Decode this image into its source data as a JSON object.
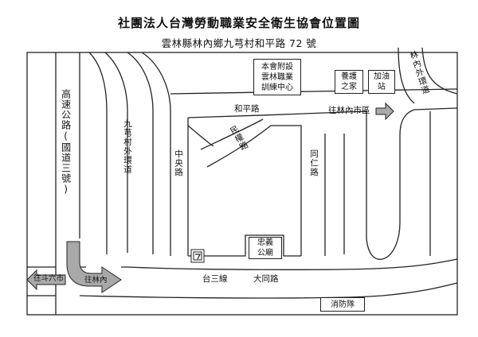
{
  "title": "社團法人台灣勞動職業安全衛生協會位置圖",
  "subtitle": "雲林縣林內鄉九芎村和平路 72 號",
  "landmarks": {
    "training_center": "本會附設\n雲林職業\n訓練中心",
    "nursing_home": "養護\n之家",
    "gas_station": "加油\n站",
    "temple": "忠義\n公廟",
    "fire_station": "消防隊"
  },
  "roads": {
    "highway": "高速公路(國道三號)",
    "jiuqiong_outer_ring": "九芎村外環道",
    "zhongyang_road": "中央路",
    "minquan_road": "民權路",
    "heping_road": "和平路",
    "tongren_road": "同仁路",
    "linnei_outer_ring": "林內外環道",
    "provincial_3": "台三線",
    "datong_road": "大同路"
  },
  "directions": {
    "to_linnei_city": "往林內市區",
    "to_douliu": "往斗六市",
    "to_linnei": "往林內"
  },
  "colors": {
    "arrow_fill": "#a9a9a9",
    "line": "#222222"
  },
  "icons": {
    "convenience_store": "seven-eleven-icon"
  }
}
